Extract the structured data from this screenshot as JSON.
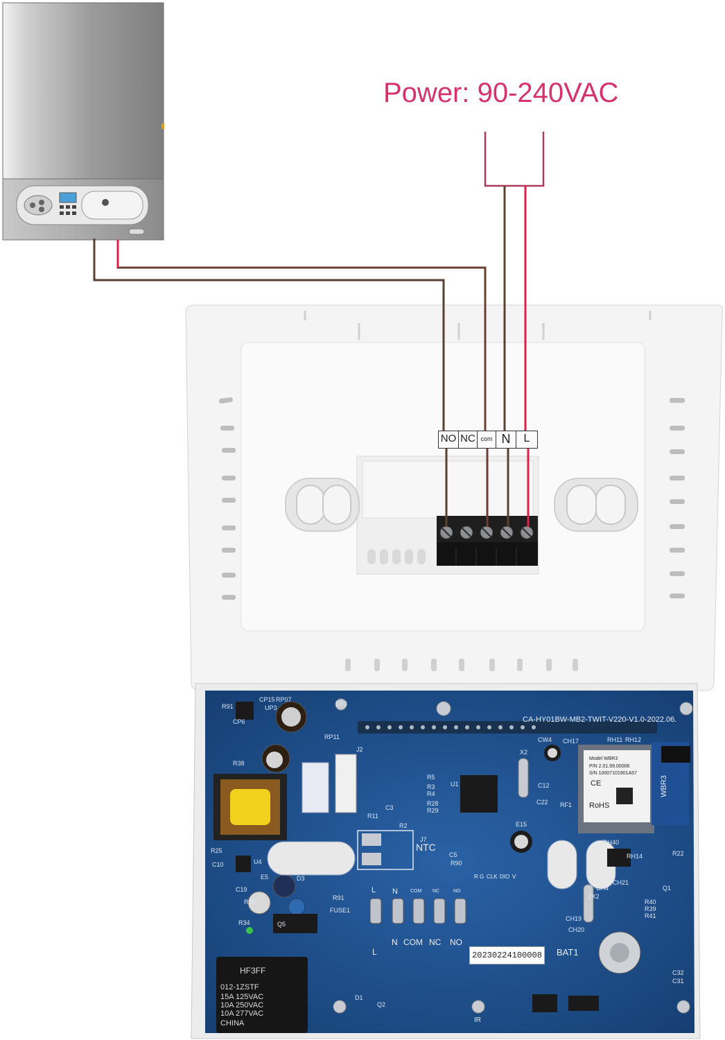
{
  "power_label": "Power: 90-240VAC",
  "terminal_labels": [
    "NO",
    "NC",
    "com",
    "N",
    "L"
  ],
  "pcb": {
    "board_id": "CA-HY01BW-MB2-TWIT-V220-V1.0-2022.06.",
    "module_id": "WBR3",
    "module_text": [
      "Model WBR3",
      "P/N 2.01.99.00006",
      "S/N 10007101901A57",
      "CE",
      "RoHS"
    ],
    "ntc_label": "NTC",
    "terminal_labels": [
      "L",
      "N",
      "COM",
      "NC",
      "NO"
    ],
    "bottom_terminal_labels": [
      "L",
      "N",
      "COM",
      "NC",
      "NO"
    ],
    "serial": "20230224100008",
    "bat_label": "BAT1",
    "ir_label": "IR",
    "relay_lines": [
      "HF3FF",
      "012-1ZSTF",
      "15A 125VAC",
      "10A 250VAC",
      "10A 277VAC",
      "CHINA"
    ],
    "header_pins": [
      "R",
      "G",
      "CLK",
      "DIO",
      "V"
    ],
    "silkscreen": [
      "J2",
      "J7",
      "U1",
      "R5",
      "R3",
      "R4",
      "R28",
      "R29",
      "R11",
      "R2",
      "C3",
      "C5",
      "R90",
      "E15",
      "X2",
      "C12",
      "C22",
      "RF1",
      "CW4",
      "CH17",
      "RH11",
      "RH12",
      "RH14",
      "CH20",
      "CH21",
      "UH4",
      "R40",
      "R39",
      "R41",
      "C32",
      "C31",
      "R22",
      "D1",
      "Q2",
      "R25",
      "C10",
      "U4",
      "R38",
      "R91",
      "CP6",
      "RP11",
      "C19",
      "R26",
      "R34",
      "D3",
      "R91",
      "FUSE1",
      "EP3",
      "UP3",
      "CP15",
      "RP07",
      "E5",
      "Q5",
      "RH40",
      "CH19",
      "ZX2",
      "Q1"
    ]
  },
  "colors": {
    "power": "#d6336c",
    "wire_brown": "#5a4030",
    "wire_red": "#e0204a",
    "pcb_blue": "#1c4f8c"
  }
}
